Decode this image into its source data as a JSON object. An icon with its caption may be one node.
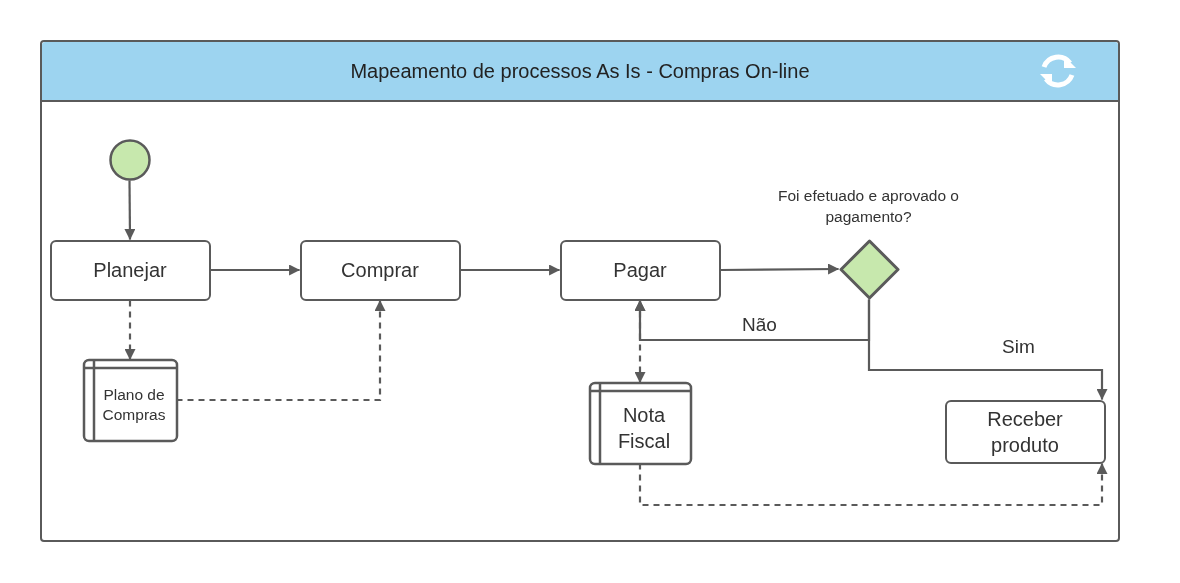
{
  "diagram": {
    "nodes": [
      {
        "text": [
          "Mapeamento de processos As Is - Compras On-line"
        ]
      },
      {
        "text": [],
        "shape": "circle",
        "in": 0
      },
      {
        "text": [
          "Planejar"
        ],
        "in": 0
      },
      {
        "text": [
          "Comprar"
        ],
        "in": 0
      },
      {
        "text": [
          "Pagar"
        ],
        "in": 0
      },
      {
        "text": [
          "Foi efetuado e aprovado o pagamento?"
        ],
        "in": 0
      },
      {
        "text": [
          "Plano de Compras"
        ],
        "in": 0
      },
      {
        "text": [
          "Nota Fiscal"
        ],
        "in": 0
      },
      {
        "text": [
          "Receber produto"
        ],
        "in": 0
      }
    ],
    "edges": [
      {
        "from": 1,
        "to": 2,
        "arrow": "to"
      },
      {
        "from": 2,
        "to": 3,
        "arrow": "to"
      },
      {
        "from": 3,
        "to": 4,
        "arrow": "to"
      },
      {
        "from": 4,
        "to": 5,
        "arrow": "to"
      },
      {
        "from": 2,
        "to": 6,
        "arrow": "to",
        "style": "dashed"
      },
      {
        "from": 6,
        "to": 3,
        "arrow": "to",
        "style": "dashed"
      },
      {
        "from": 5,
        "to": 4,
        "arrow": "to",
        "label": "Não"
      },
      {
        "from": 4,
        "to": 7,
        "arrow": "both",
        "style": "dashed"
      },
      {
        "from": 5,
        "to": 8,
        "arrow": "to",
        "label": "Sim"
      },
      {
        "from": 7,
        "to": 8,
        "arrow": "to",
        "style": "dashed"
      }
    ]
  }
}
